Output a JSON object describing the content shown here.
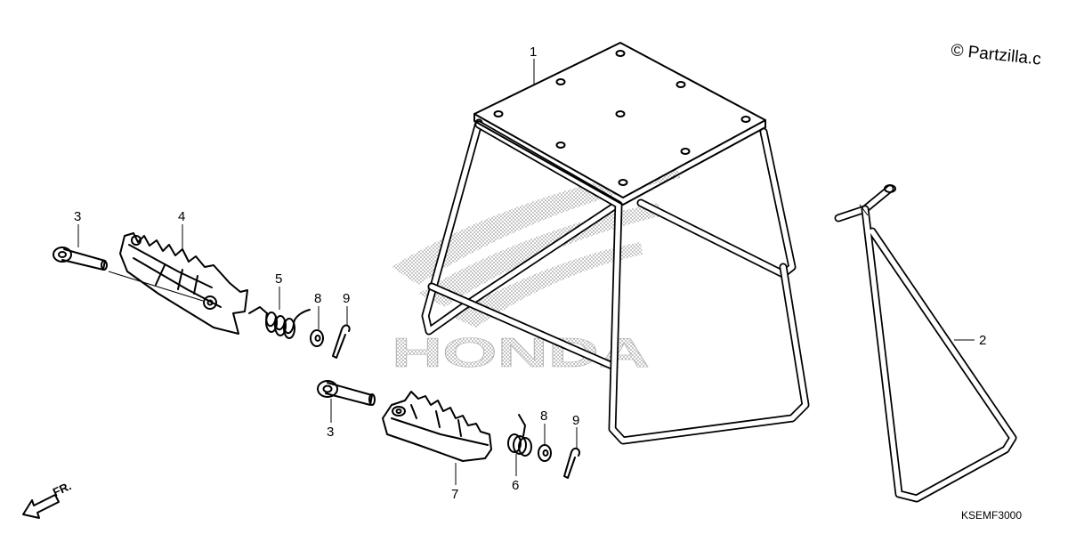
{
  "copyright": "© Partzilla.c",
  "diagram_code": "KSEMF3000",
  "front_indicator": "FR.",
  "watermark": "HONDA",
  "callouts": {
    "c1": "1",
    "c2": "2",
    "c3a": "3",
    "c3b": "3",
    "c4": "4",
    "c5": "5",
    "c6": "6",
    "c7": "7",
    "c8a": "8",
    "c8b": "8",
    "c9a": "9",
    "c9b": "9"
  }
}
